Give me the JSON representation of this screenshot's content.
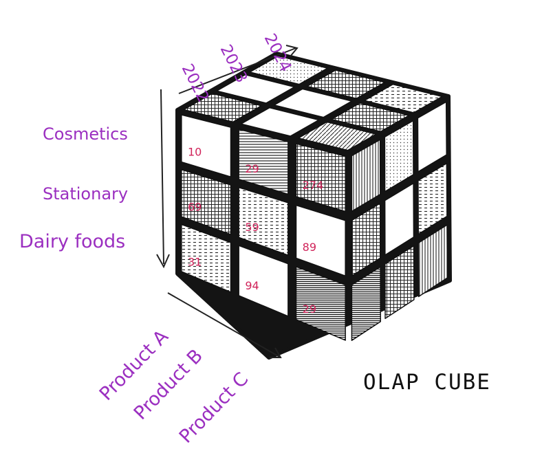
{
  "title": "OLAP CUBE",
  "years": [
    "2022",
    "2023",
    "2024"
  ],
  "categories": [
    "Cosmetics",
    "Stationary",
    "Dairy foods"
  ],
  "products": [
    "Product A",
    "Product B",
    "Product C"
  ],
  "front_face_values": [
    [
      "10",
      "29",
      "274"
    ],
    [
      "69",
      "59",
      "89"
    ],
    [
      "31",
      "94",
      "29"
    ]
  ],
  "colors": {
    "labels": "#9b2fc0",
    "values": "#d0245a",
    "ink": "#111111"
  }
}
